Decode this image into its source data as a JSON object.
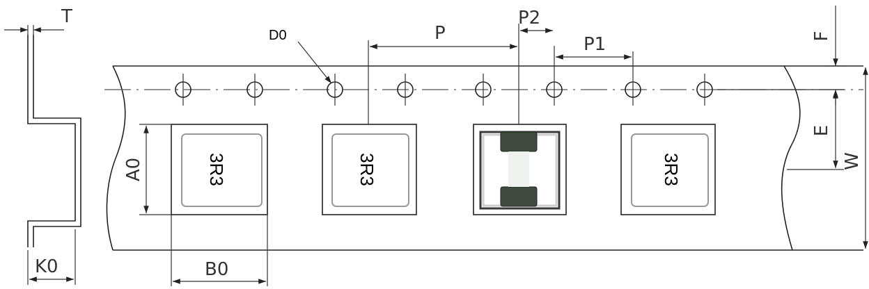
{
  "labels": {
    "t": "T",
    "d0": "D0",
    "p": "P",
    "p2": "P2",
    "p1": "P1",
    "f": "F",
    "e": "E",
    "w": "W",
    "a0": "A0",
    "b0": "B0",
    "k0": "K0"
  },
  "parts": {
    "pocket1": "3R3",
    "pocket2": "3R3",
    "pocket4": "3R3"
  }
}
